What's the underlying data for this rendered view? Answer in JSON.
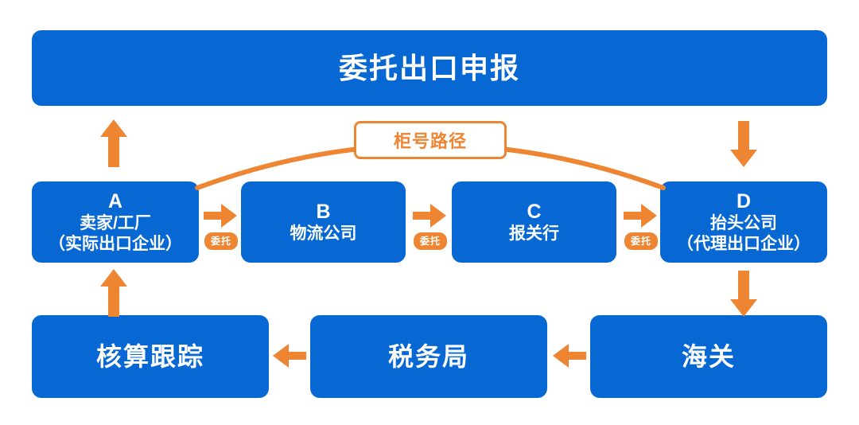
{
  "banner": {
    "title": "委托出口申报"
  },
  "container_path": {
    "label": "柜号路径"
  },
  "entities": [
    {
      "letter": "A",
      "name": "卖家/工厂",
      "subtitle": "（实际出口企业）"
    },
    {
      "letter": "B",
      "name": "物流公司"
    },
    {
      "letter": "C",
      "name": "报关行"
    },
    {
      "letter": "D",
      "name": "抬头公司",
      "subtitle": "（代理出口企业）"
    }
  ],
  "badges": {
    "a_b": "委托",
    "b_c": "委托",
    "c_d": "委托"
  },
  "bottom_boxes": [
    {
      "label": "核算跟踪"
    },
    {
      "label": "税务局"
    },
    {
      "label": "海关"
    }
  ],
  "colors": {
    "box_blue": "#0768D3",
    "arrow_orange": "#EE8533",
    "text_white": "#FFFFFF"
  }
}
